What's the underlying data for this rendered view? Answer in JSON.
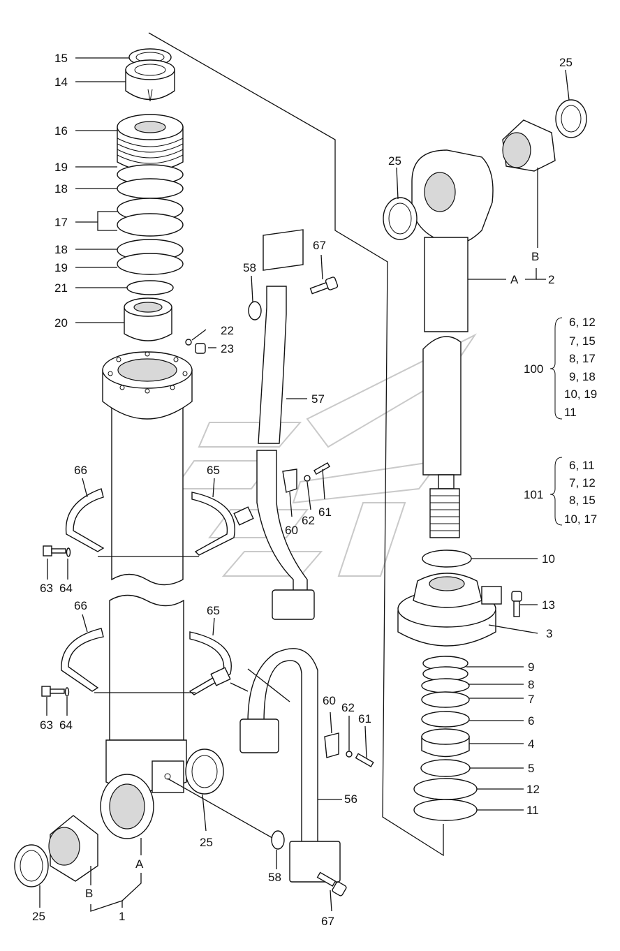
{
  "diagram": {
    "callouts": {
      "c15": "15",
      "c14": "14",
      "c16": "16",
      "c19a": "19",
      "c18a": "18",
      "c17": "17",
      "c18b": "18",
      "c19b": "19",
      "c21": "21",
      "c20": "20",
      "c22": "22",
      "c23": "23",
      "c58a": "58",
      "c67a": "67",
      "c57": "57",
      "c25a": "25",
      "c25b": "25",
      "cB1": "B",
      "cA1": "A",
      "c2": "2",
      "c66a": "66",
      "c65a": "65",
      "c62a": "62",
      "c61a": "61",
      "c60a": "60",
      "c63a": "63",
      "c64a": "64",
      "c66b": "66",
      "c65b": "65",
      "c63b": "63",
      "c64b": "64",
      "c60b": "60",
      "c62b": "62",
      "c61b": "61",
      "c56": "56",
      "c25c": "25",
      "c58b": "58",
      "c67b": "67",
      "cA2": "A",
      "cB2": "B",
      "c1": "1",
      "c25d": "25",
      "c10": "10",
      "c13": "13",
      "c3": "3",
      "c9": "9",
      "c8": "8",
      "c7": "7",
      "c6": "6",
      "c4": "4",
      "c5": "5",
      "c12": "12",
      "c11": "11"
    },
    "kit100": {
      "label": "100",
      "lines": [
        "6, 12",
        "7, 15",
        "8, 17",
        "9, 18",
        "10, 19",
        "11"
      ]
    },
    "kit101": {
      "label": "101",
      "lines": [
        "6, 11",
        "7, 12",
        "8, 15",
        "10, 17"
      ]
    }
  }
}
